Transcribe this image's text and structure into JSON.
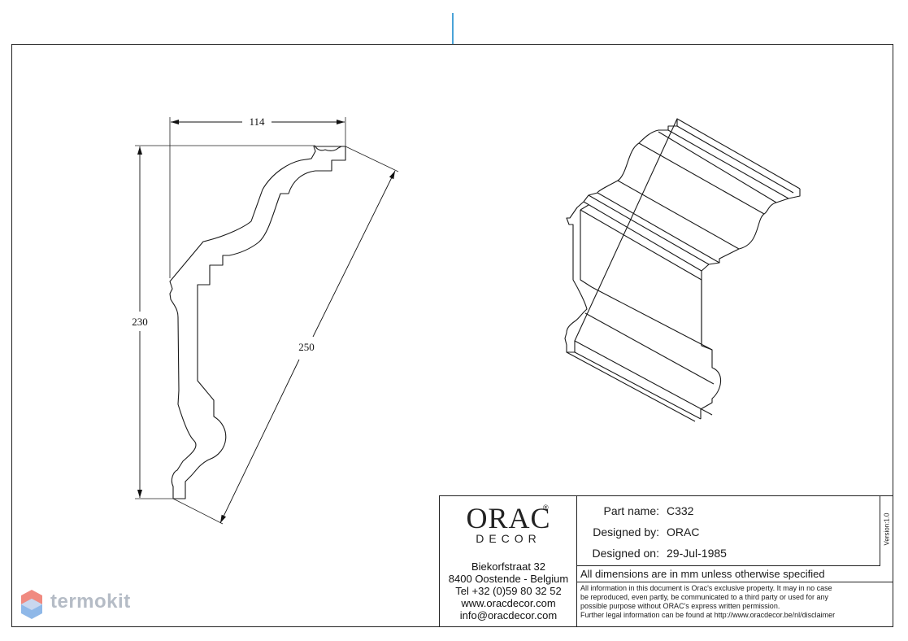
{
  "drawing": {
    "dimensions": {
      "width": "114",
      "height": "230",
      "diagonal": "250"
    },
    "line_color": "#1a1a1a",
    "dimension_color": "#111111"
  },
  "title_block": {
    "logo": {
      "brand": "ORAC",
      "reg_mark": "®",
      "sub": "DECOR"
    },
    "address": {
      "street": "Biekorfstraat 32",
      "city": "8400 Oostende - Belgium",
      "tel": "Tel  +32 (0)59 80 32 52",
      "web": "www.oracdecor.com",
      "email": "info@oracdecor.com"
    },
    "fields": {
      "part_name_label": "Part name:",
      "part_name_value": "C332",
      "designed_by_label": "Designed by:",
      "designed_by_value": "ORAC",
      "designed_on_label": "Designed on:",
      "designed_on_value": "29-Jul-1985"
    },
    "version": "Version:1.0",
    "dimensions_note": "All dimensions are in mm unless otherwise specified",
    "legal": {
      "line1": "All information in this document is Orac's exclusive property.  It may in no case",
      "line2": "be reproduced, even partly, be communicated to a third party or used for any",
      "line3": "possible purpose without ORAC's express written permission.",
      "line4": "Further legal information can be found at http://www.oracdecor.be/nl/disclaimer"
    }
  },
  "watermark": {
    "text": "termokit",
    "colors": [
      "#f08a80",
      "#8fb8e8",
      "#b5bcc6"
    ]
  }
}
